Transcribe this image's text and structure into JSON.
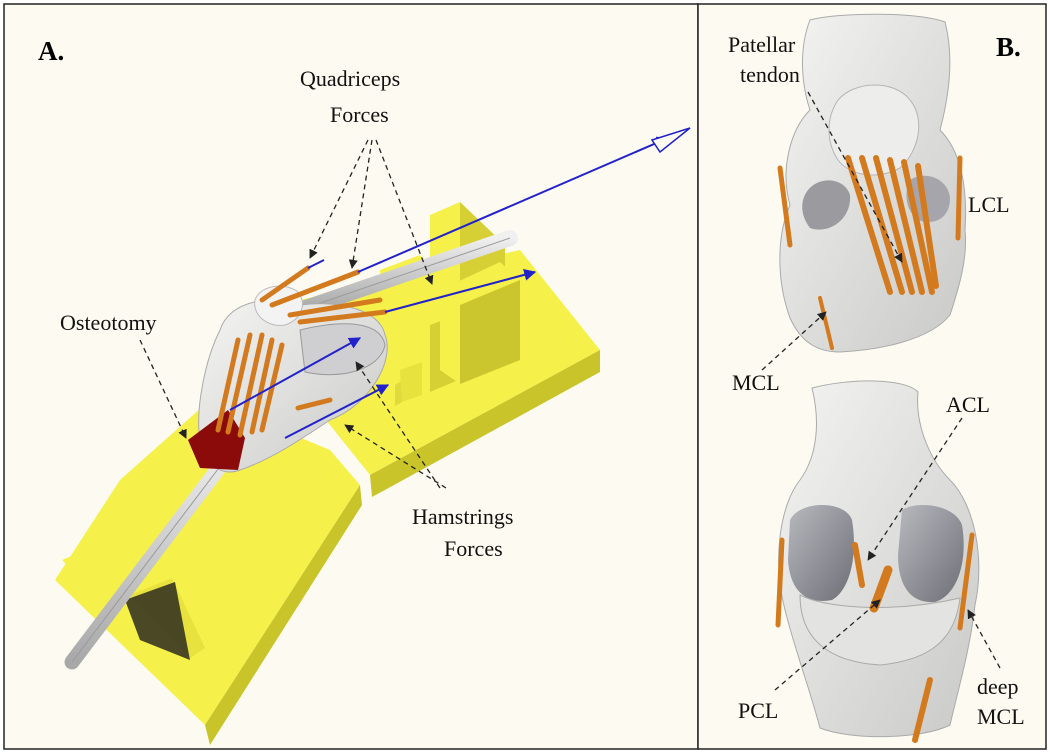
{
  "panel_a": {
    "letter": "A.",
    "quadriceps_line1": "Quadriceps",
    "quadriceps_line2": "Forces",
    "osteotomy": "Osteotomy",
    "hamstrings_line1": "Hamstrings",
    "hamstrings_line2": "Forces"
  },
  "panel_b": {
    "letter": "B.",
    "patellar_line1": "Patellar",
    "patellar_line2": "tendon",
    "lcl": "LCL",
    "mcl": "MCL",
    "acl": "ACL",
    "pcl": "PCL",
    "deep_mcl_line1": "deep",
    "deep_mcl_line2": "MCL"
  },
  "colors": {
    "background": "#fdfbf1",
    "jig_yellow": "#f5f04a",
    "ligament_orange": "#e07d1c",
    "force_blue": "#2222cc",
    "bone_white": "#e8e8e6",
    "osteotomy_red": "#8b0a0a",
    "metal_gray": "#8d8d93"
  }
}
